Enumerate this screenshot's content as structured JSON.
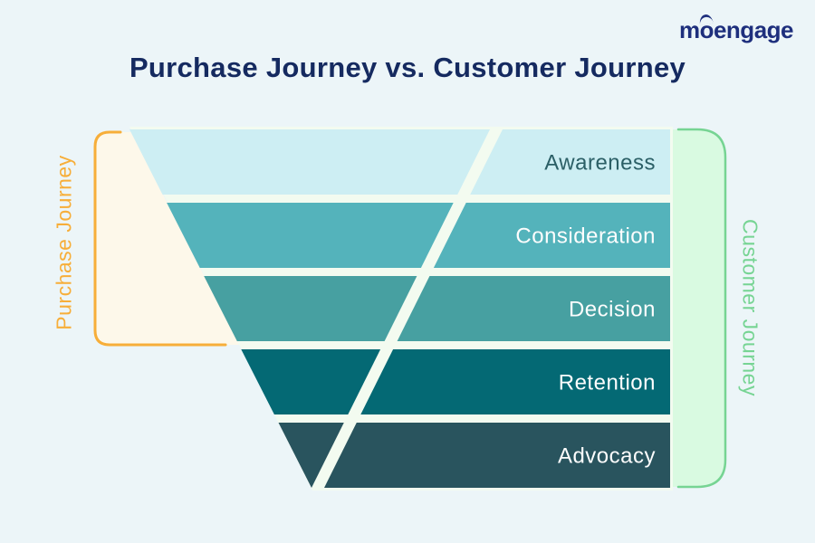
{
  "background_color": "#ecf5f8",
  "brand": {
    "logo_text": "moengage",
    "logo_color": "#1e2f7d"
  },
  "title": {
    "text": "Purchase Journey vs. Customer Journey",
    "color": "#152a60"
  },
  "left_annotation": {
    "label": "Purchase Journey",
    "color": "#f7ae39",
    "fill": "#fdf8ea"
  },
  "right_annotation": {
    "label": "Customer Journey",
    "color": "#76d493",
    "fill": "#d9fae1"
  },
  "funnel": {
    "backing_color": "#f3fbf0",
    "stages": [
      {
        "label": "Awareness",
        "color": "#cdeef3",
        "label_color": "#2b5f66"
      },
      {
        "label": "Consideration",
        "color": "#54b3bb",
        "label_color": "#fdfdfd"
      },
      {
        "label": "Decision",
        "color": "#47a0a1",
        "label_color": "#fdfdfd"
      },
      {
        "label": "Retention",
        "color": "#046974",
        "label_color": "#fdfdfd"
      },
      {
        "label": "Advocacy",
        "color": "#29545e",
        "label_color": "#fdfdfd"
      }
    ]
  }
}
